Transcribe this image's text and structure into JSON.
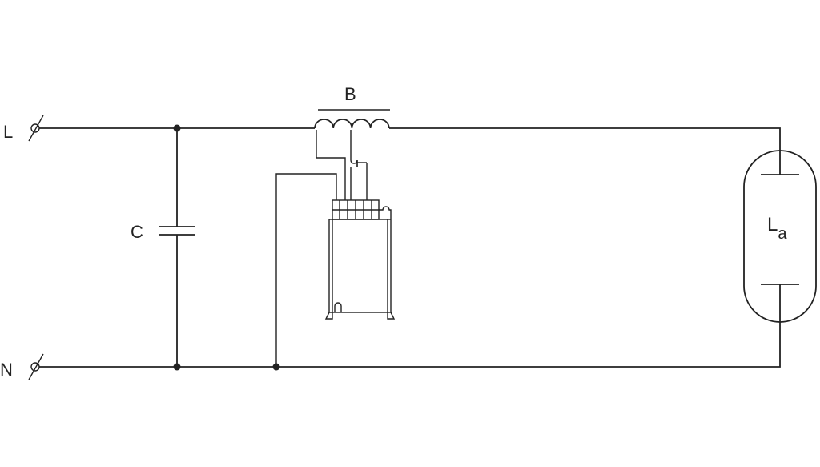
{
  "labels": {
    "live": "L",
    "neutral": "N",
    "capacitor": "C",
    "ballast": "B",
    "lamp_main": "L",
    "lamp_sub": "a"
  },
  "colors": {
    "line": "#222222",
    "background": "#ffffff"
  }
}
